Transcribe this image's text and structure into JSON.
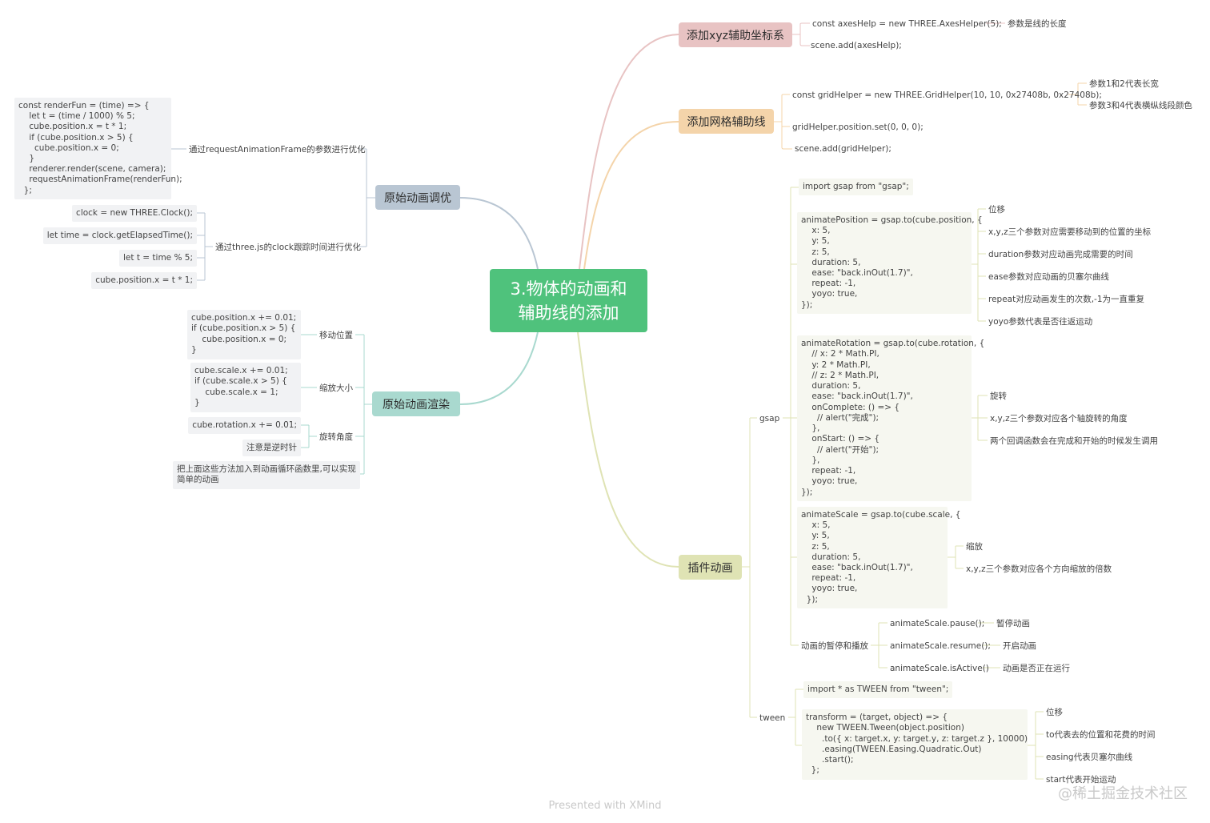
{
  "center": {
    "line1": "3.物体的动画和",
    "line2": "辅助线的添加"
  },
  "branches": {
    "axes": {
      "title": "添加xyz辅助坐标系",
      "color": "#e8c3c3",
      "items": [
        "const axesHelp = new THREE.AxesHelper(5);",
        "scene.add(axesHelp);"
      ],
      "note": "参数是线的长度"
    },
    "grid": {
      "title": "添加网格辅助线",
      "color": "#f4d4aa",
      "items": [
        "const gridHelper = new THREE.GridHelper(10, 10, 0x27408b, 0x27408b);",
        "gridHelper.position.set(0, 0, 0);",
        "scene.add(gridHelper);"
      ],
      "notes": [
        "参数1和2代表长宽",
        "参数3和4代表横纵线段颜色"
      ]
    },
    "optimize": {
      "title": "原始动画调优",
      "color": "#b9c6d3",
      "raf_label": "通过requestAnimationFrame的参数进行优化",
      "raf_code": "const renderFun = (time) => {\n    let t = (time / 1000) % 5;\n    cube.position.x = t * 1;\n    if (cube.position.x > 5) {\n      cube.position.x = 0;\n    }\n    renderer.render(scene, camera);\n    requestAnimationFrame(renderFun);\n  };",
      "clock_label": "通过three.js的clock跟踪时间进行优化",
      "clock_items": [
        "clock = new THREE.Clock();",
        "let time = clock.getElapsedTime();",
        "let t = time % 5;",
        "cube.position.x = t * 1;"
      ]
    },
    "render": {
      "title": "原始动画渲染",
      "color": "#a9d9cf",
      "move_label": "移动位置",
      "move_code": "cube.position.x += 0.01;\nif (cube.position.x > 5) {\n    cube.position.x = 0;\n}",
      "scale_label": "缩放大小",
      "scale_code": "cube.scale.x += 0.01;\nif (cube.scale.x > 5) {\n    cube.scale.x = 1;\n}",
      "rotate_label": "旋转角度",
      "rotate_code": "cube.rotation.x += 0.01;",
      "rotate_note": "注意是逆时针",
      "summary": "把上面这些方法加入到动画循环函数里,可以实现\n简单的动画"
    },
    "plugin": {
      "title": "插件动画",
      "color": "#dfe3b4",
      "gsap_label": "gsap",
      "gsap_import": "import gsap from \"gsap\";",
      "pos_code": "animatePosition = gsap.to(cube.position, {\n    x: 5,\n    y: 5,\n    z: 5,\n    duration: 5,\n    ease: \"back.inOut(1.7)\",\n    repeat: -1,\n    yoyo: true,\n});",
      "pos_notes": [
        "位移",
        "x,y,z三个参数对应需要移动到的位置的坐标",
        "duration参数对应动画完成需要的时间",
        "ease参数对应动画的贝塞尔曲线",
        "repeat对应动画发生的次数,-1为一直重复",
        "yoyo参数代表是否往返运动"
      ],
      "rot_code": "animateRotation = gsap.to(cube.rotation, {\n    // x: 2 * Math.PI,\n    y: 2 * Math.PI,\n    // z: 2 * Math.PI,\n    duration: 5,\n    ease: \"back.inOut(1.7)\",\n    onComplete: () => {\n      // alert(\"完成\");\n    },\n    onStart: () => {\n      // alert(\"开始\");\n    },\n    repeat: -1,\n    yoyo: true,\n});",
      "rot_notes": [
        "旋转",
        "x,y,z三个参数对应各个轴旋转的角度",
        "两个回调函数会在完成和开始的时候发生调用"
      ],
      "scale_code": "animateScale = gsap.to(cube.scale, {\n    x: 5,\n    y: 5,\n    z: 5,\n    duration: 5,\n    ease: \"back.inOut(1.7)\",\n    repeat: -1,\n    yoyo: true,\n  });",
      "scale_notes": [
        "缩放",
        "x,y,z三个参数对应各个方向缩放的倍数"
      ],
      "pause_label": "动画的暂停和播放",
      "pause_items": [
        {
          "code": "animateScale.pause();",
          "note": "暂停动画"
        },
        {
          "code": "animateScale.resume();",
          "note": "开启动画"
        },
        {
          "code": "animateScale.isActive()",
          "note": "动画是否正在运行"
        }
      ],
      "tween_label": "tween",
      "tween_import": "import * as TWEEN from \"tween\";",
      "tween_code": "transform = (target, object) => {\n    new TWEEN.Tween(object.position)\n      .to({ x: target.x, y: target.y, z: target.z }, 10000)\n      .easing(TWEEN.Easing.Quadratic.Out)\n      .start();\n  };",
      "tween_notes": [
        "位移",
        "to代表去的位置和花费的时间",
        "easing代表贝塞尔曲线",
        "start代表开始运动"
      ]
    }
  },
  "footer": "Presented with XMind",
  "watermark": "@稀土掘金技术社区"
}
